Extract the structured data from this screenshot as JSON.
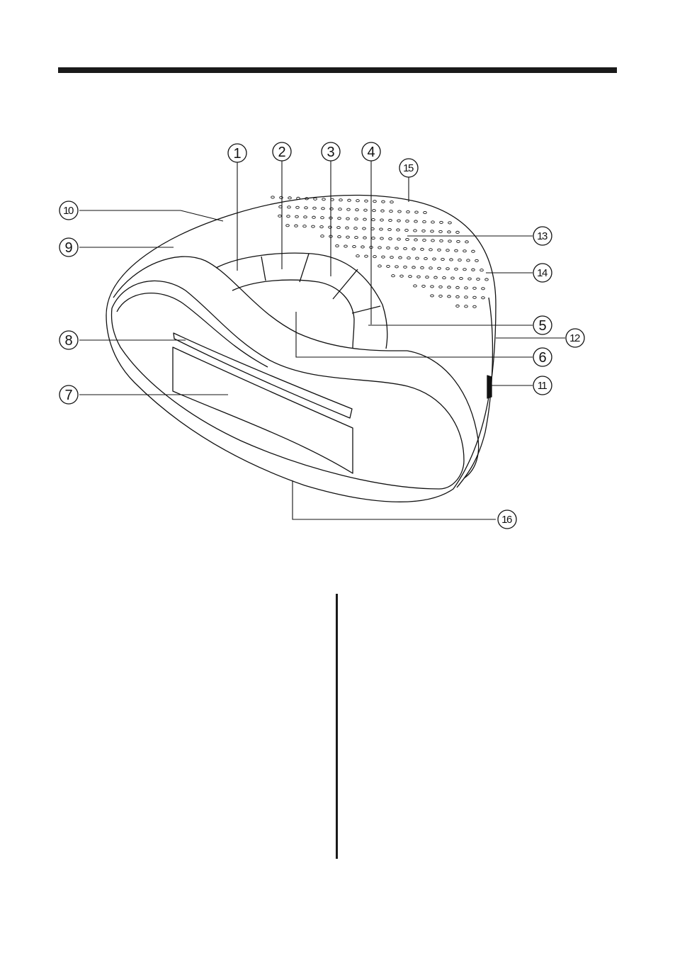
{
  "callouts": [
    {
      "id": "1",
      "label": "1"
    },
    {
      "id": "2",
      "label": "2"
    },
    {
      "id": "3",
      "label": "3"
    },
    {
      "id": "4",
      "label": "4"
    },
    {
      "id": "5",
      "label": "5"
    },
    {
      "id": "6",
      "label": "6"
    },
    {
      "id": "7",
      "label": "7"
    },
    {
      "id": "8",
      "label": "8"
    },
    {
      "id": "9",
      "label": "9"
    },
    {
      "id": "10",
      "label": "10"
    },
    {
      "id": "11",
      "label": "11"
    },
    {
      "id": "12",
      "label": "12"
    },
    {
      "id": "13",
      "label": "13"
    },
    {
      "id": "14",
      "label": "14"
    },
    {
      "id": "15",
      "label": "15"
    },
    {
      "id": "16",
      "label": "16"
    }
  ],
  "colors": {
    "ink": "#111111",
    "rule": "#1a1a1a",
    "paper": "#ffffff"
  }
}
